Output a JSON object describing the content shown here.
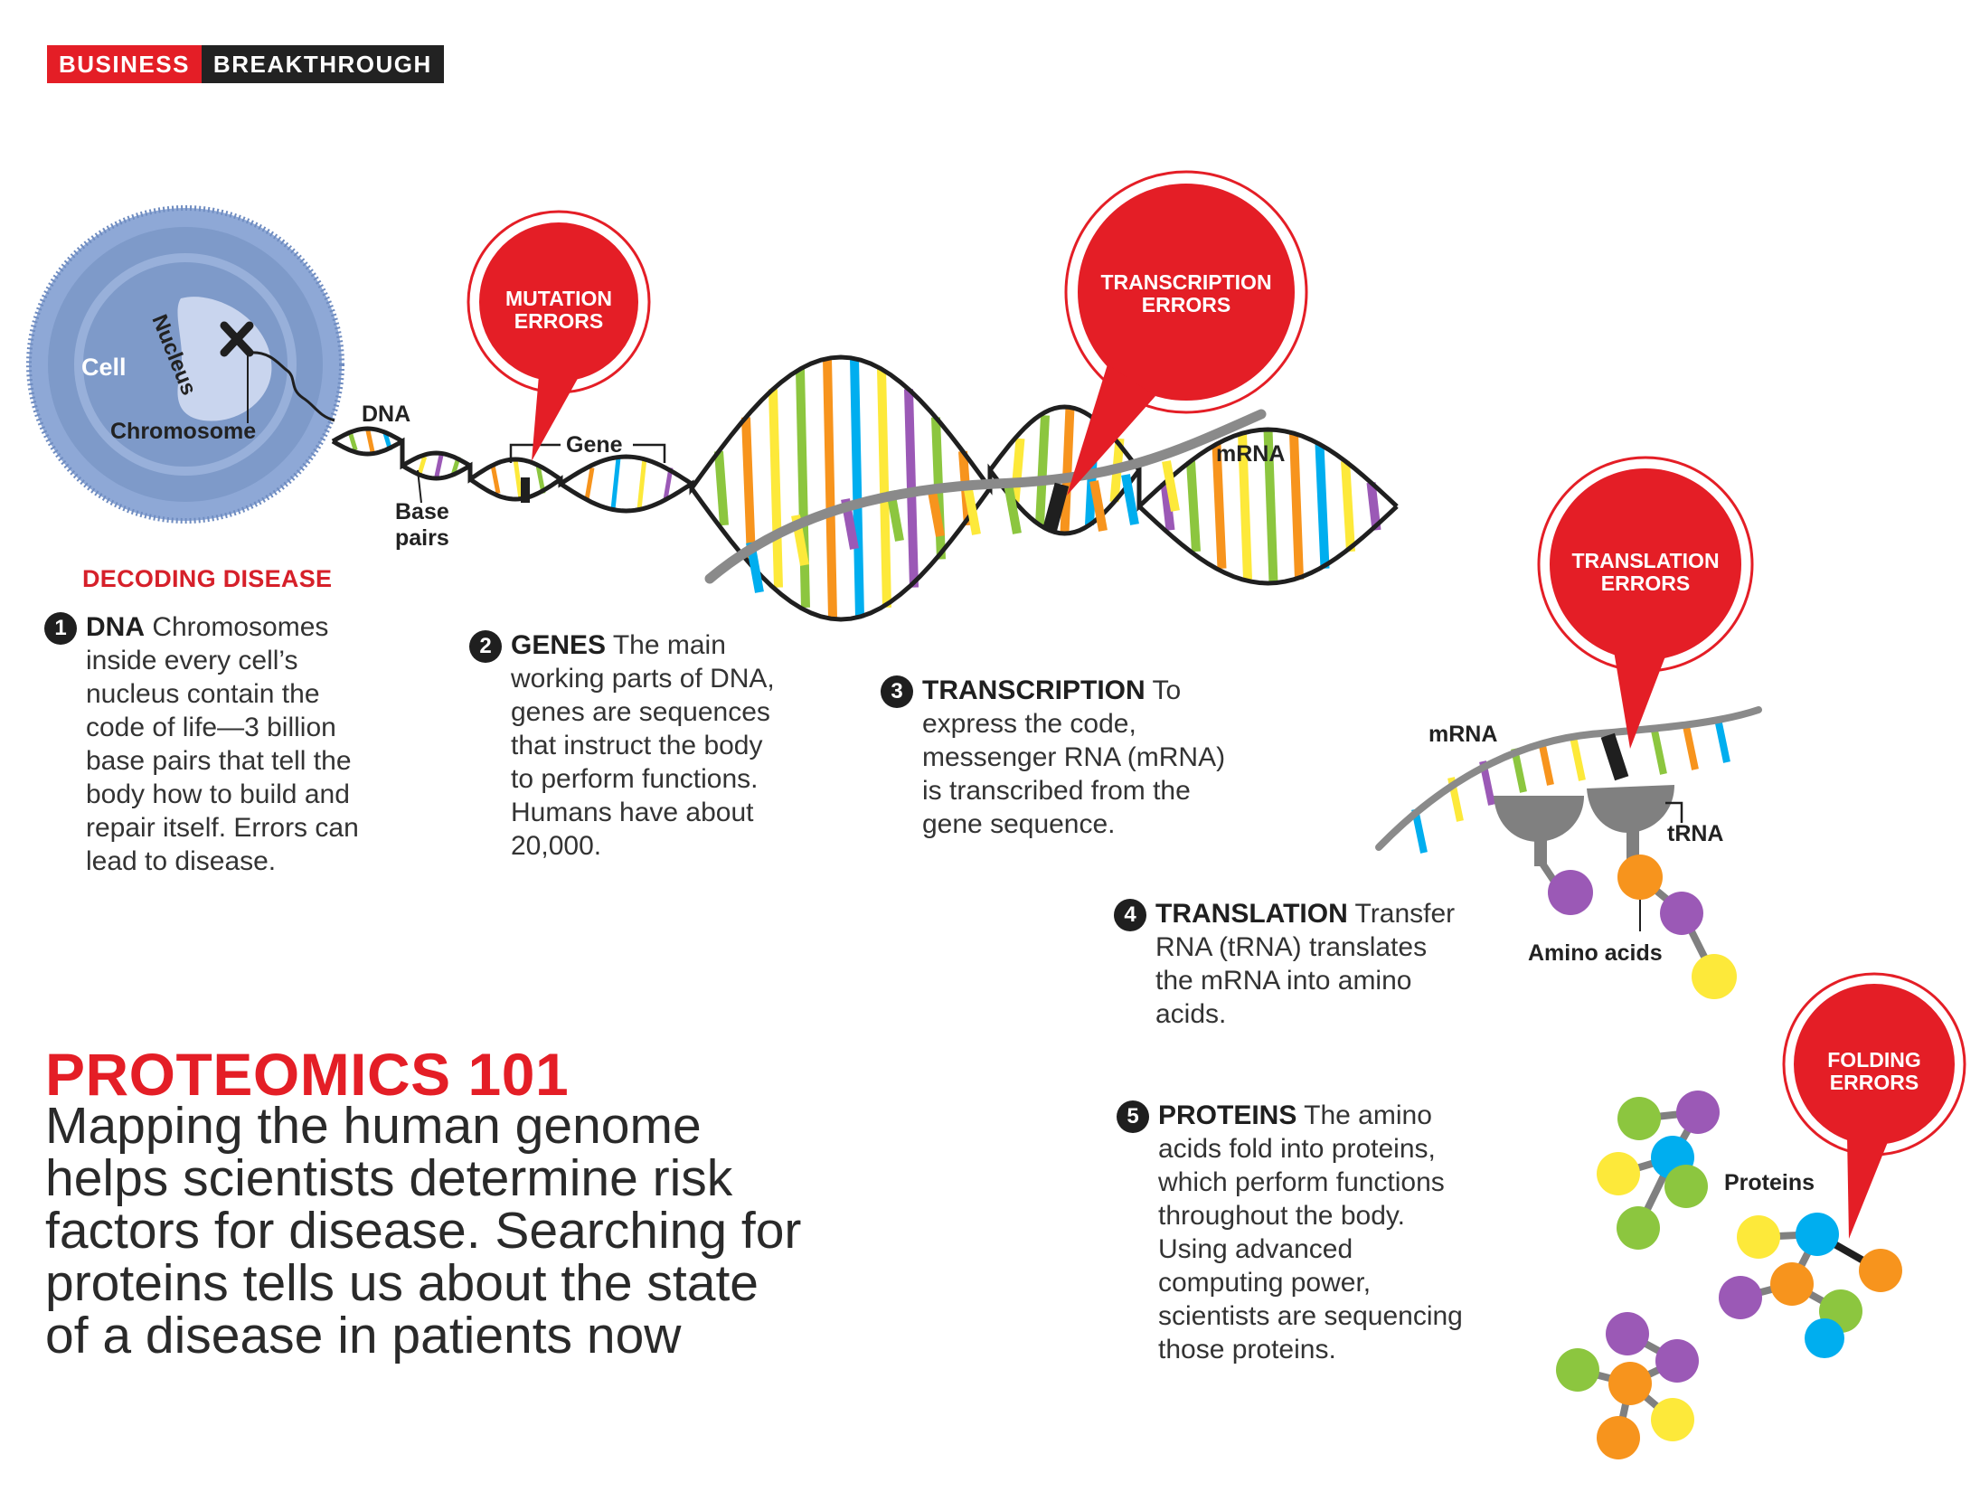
{
  "header": {
    "left": "BUSINESS",
    "right": "BREAKTHROUGH"
  },
  "labels": {
    "cell": "Cell",
    "nucleus": "Nucleus",
    "chromosome": "Chromosome",
    "dna": "DNA",
    "base_pairs_1": "Base",
    "base_pairs_2": "pairs",
    "gene": "Gene",
    "mrna_1": "mRNA",
    "mrna_2": "mRNA",
    "trna": "tRNA",
    "amino_acids": "Amino acids",
    "proteins": "Proteins"
  },
  "callouts": {
    "mutation": [
      "MUTATION",
      "ERRORS"
    ],
    "transcription": [
      "TRANSCRIPTION",
      "ERRORS"
    ],
    "translation": [
      "TRANSLATION",
      "ERRORS"
    ],
    "folding": [
      "FOLDING",
      "ERRORS"
    ]
  },
  "section_label": "DECODING DISEASE",
  "steps": [
    {
      "n": "1",
      "heading": "DNA",
      "lines": [
        " Chromosomes",
        "inside every cell’s",
        "nucleus contain the",
        "code of life—3 billion",
        "base pairs that tell the",
        "body how to build and",
        "repair itself. Errors can",
        "lead to disease."
      ]
    },
    {
      "n": "2",
      "heading": "GENES",
      "lines": [
        " The main",
        "working parts of DNA,",
        "genes are sequences",
        "that instruct the body",
        "to perform functions.",
        "Humans have about",
        "20,000."
      ]
    },
    {
      "n": "3",
      "heading": "TRANSCRIPTION",
      "lines": [
        " To",
        "express the code,",
        "messenger RNA (mRNA)",
        "is transcribed from the",
        "gene sequence."
      ]
    },
    {
      "n": "4",
      "heading": "TRANSLATION",
      "lines": [
        " Transfer",
        "RNA (tRNA) translates",
        "the mRNA into amino",
        "acids."
      ]
    },
    {
      "n": "5",
      "heading": "PROTEINS",
      "lines": [
        " The amino",
        "acids fold into proteins,",
        "which perform functions",
        "throughout the body.",
        "Using advanced",
        "computing power,",
        "scientists are sequencing",
        "those proteins."
      ]
    }
  ],
  "title": "PROTEOMICS 101",
  "subtitle": [
    "Mapping the human genome",
    "helps scientists determine risk",
    "factors for disease. Searching for",
    "proteins tells us about the state",
    "of a disease in patients now"
  ],
  "colors": {
    "red": "#e41e26",
    "cell_blue": "#7e9ac9",
    "dark": "#1f1f1f",
    "gray": "#888888",
    "green": "#8cc63f",
    "orange": "#f7941d",
    "blue": "#00aeef",
    "yellow": "#fde93a",
    "purple": "#9b59b6"
  }
}
